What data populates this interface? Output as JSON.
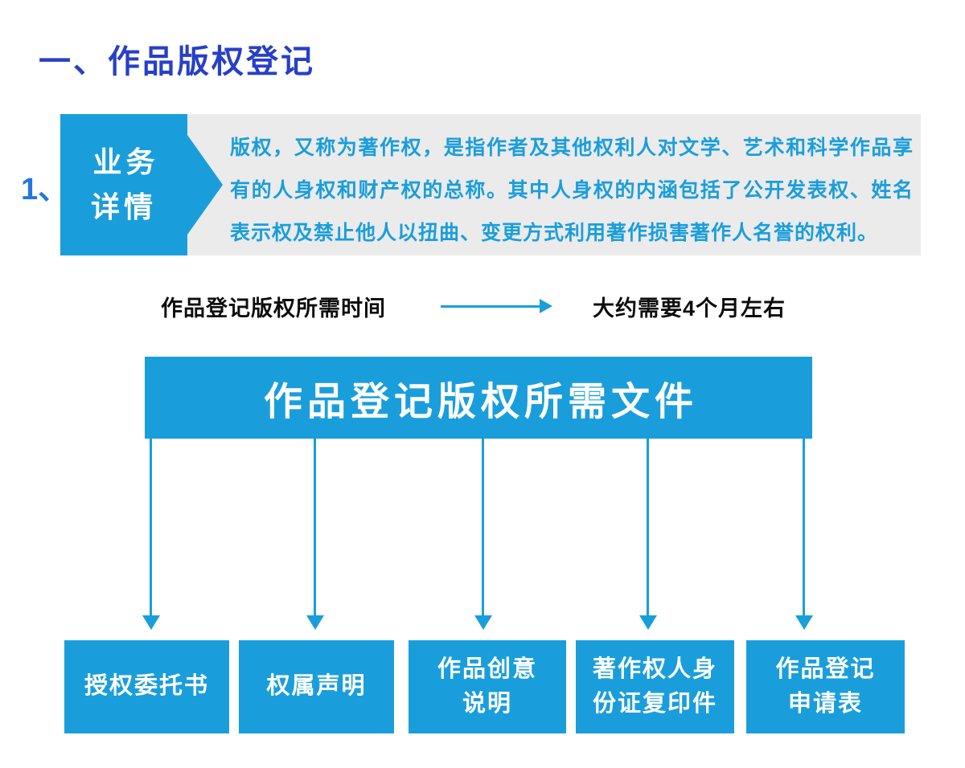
{
  "page": {
    "title": "一、作品版权登记",
    "section_number": "1、"
  },
  "business_detail": {
    "flag_label": "业务\n详情",
    "description": "版权，又称为著作权，是指作者及其他权利人对文学、艺术和科学作品享有的人身权和财产权的总称。其中人身权的内涵包括了公开发表权、姓名表示权及禁止他人以扭曲、变更方式利用著作损害著作人名誉的权利。"
  },
  "timeline": {
    "label": "作品登记版权所需时间",
    "value": "大约需要4个月左右"
  },
  "documents": {
    "banner_title": "作品登记版权所需文件",
    "items": [
      "授权委托书",
      "权属声明",
      "作品创意\n说明",
      "著作权人身\n份证复印件",
      "作品登记\n申请表"
    ]
  },
  "colors": {
    "accent_blue": "#1a9edb",
    "title_blue": "#2840c6",
    "panel_gray": "#ebebeb",
    "text_black": "#0d0d0d"
  }
}
